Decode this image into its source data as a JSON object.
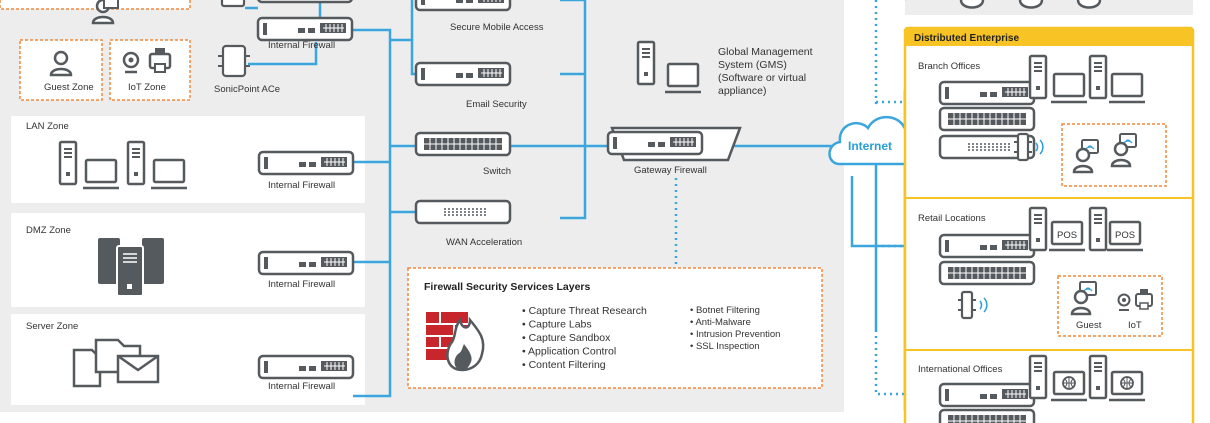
{
  "labels": {
    "guest_zone": "Guest Zone",
    "iot_zone": "IoT Zone",
    "sonicpoint": "SonicPoint ACe",
    "internal_fw_1": "Internal Firewall",
    "lan_zone": "LAN Zone",
    "internal_fw_2": "Internal Firewall",
    "dmz_zone": "DMZ Zone",
    "internal_fw_3": "Internal Firewall",
    "server_zone": "Server Zone",
    "internal_fw_4": "Internal Firewall",
    "secure_mobile_access": "Secure Mobile Access",
    "email_security": "Email Security",
    "switch": "Switch",
    "wan_acceleration": "WAN Acceleration",
    "gms_line1": "Global Management",
    "gms_line2": "System (GMS)",
    "gms_line3": "(Software or virtual",
    "gms_line4": "appliance)",
    "gateway_firewall": "Gateway Firewall",
    "internet": "Internet",
    "distributed_enterprise": "Distributed Enterprise",
    "branch_offices": "Branch Offices",
    "retail_locations": "Retail Locations",
    "pos_1": "POS",
    "pos_2": "POS",
    "guest": "Guest",
    "iot": "IoT",
    "international_offices": "International Offices"
  },
  "security_services": {
    "title": "Firewall Security Services Layers",
    "column1": [
      "• Capture Threat Research",
      "• Capture Labs",
      "• Capture Sandbox",
      "• Application Control",
      "• Content Filtering"
    ],
    "column2": [
      "• Botnet Filtering",
      "• Anti-Malware",
      "• Intrusion Prevention",
      "• SSL Inspection"
    ]
  },
  "colors": {
    "link_blue": "#3aa6dd",
    "device_gray": "#555a5f",
    "panel_gray": "#ededed",
    "accent_orange": "#f08a3c",
    "enterprise_yellow": "#f7c325",
    "firewall_red": "#c8262d"
  }
}
